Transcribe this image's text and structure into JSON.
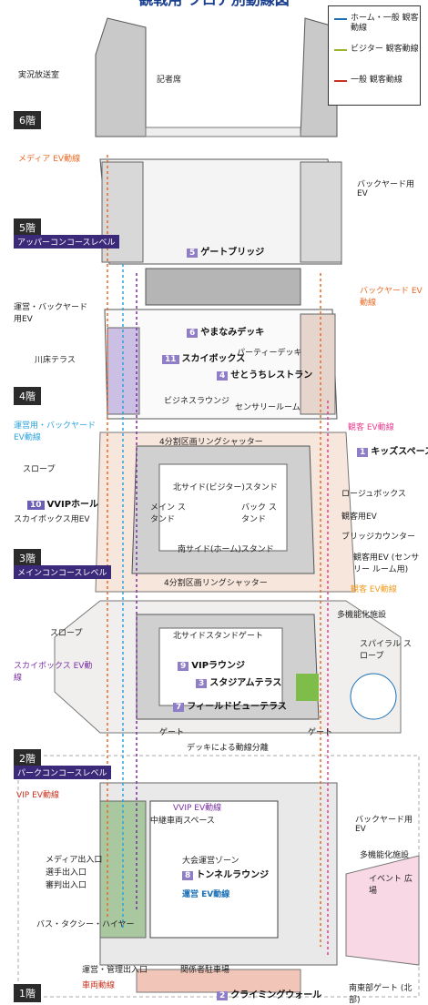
{
  "title": "観戦用 フロア別動線図",
  "legend": [
    {
      "label": "ホーム・一般 観客動線",
      "color": "#1a6fb5"
    },
    {
      "label": "ビジター 観客動線",
      "color": "#9bb52a"
    },
    {
      "label": "一般 観客動線",
      "color": "#c8321e"
    }
  ],
  "floors": {
    "f6": {
      "label": "6階"
    },
    "f5": {
      "label": "5階",
      "sub": "アッパーコンコースレベル"
    },
    "f4": {
      "label": "4階"
    },
    "f3": {
      "label": "3階",
      "sub": "メインコンコースレベル"
    },
    "f2": {
      "label": "2階",
      "sub": "パークコンコースレベル"
    },
    "f1": {
      "label": "1階"
    }
  },
  "labels": {
    "jikkyo": "実況放送室",
    "kisha": "記者席",
    "media_ev": "メディア EV動線",
    "backyard_ev_5": "バックヤード用 EV",
    "gate_bridge_num": "5",
    "gate_bridge": "ゲートブリッジ",
    "backyard_ev_route": "バックヤード EV動線",
    "unei_ev": "運営・バックヤード 用EV",
    "yamanami_num": "6",
    "yamanami": "やまなみデッキ",
    "party": "パーティーデッキ",
    "kawadoko": "川床テラス",
    "skybox_num": "11",
    "skybox": "スカイボックス",
    "setouchi_num": "4",
    "setouchi": "せとうちレストラン",
    "business": "ビジネスラウンジ",
    "sensory": "センサリールーム",
    "unei_route": "運営用・バックヤード EV動線",
    "kankyaku_ev_pink": "観客 EV動線",
    "ring_shutter_top": "4分割区画リングシャッター",
    "kids_num": "1",
    "kids": "キッズスペース",
    "slope3": "スロープ",
    "north_visitor": "北サイド(ビジター)スタンド",
    "loge": "ロージュボックス",
    "vvip_num": "10",
    "vvip": "VVIPホール",
    "main_stand": "メイン スタンド",
    "back_stand": "バック スタンド",
    "kankyaku_ev": "観客用EV",
    "skybox_ev": "スカイボックス用EV",
    "bridge_counter": "ブリッジカウンター",
    "south_home": "南サイド(ホーム)スタンド",
    "kankyaku_ev_sensory": "観客用EV (センサリー ルーム用)",
    "ring_shutter_bottom": "4分割区画リングシャッター",
    "kankyaku_ev_orange": "観客 EV動線",
    "slope2": "スロープ",
    "tanouka": "多機能化施設",
    "north_gate": "北サイドスタンドゲート",
    "spiral": "スパイラル スロープ",
    "skybox_ev_route": "スカイボックス EV動線",
    "vip_num": "9",
    "vip_lounge": "VIPラウンジ",
    "stadium_terrace_num": "3",
    "stadium_terrace": "スタジアムテラス",
    "field_view_num": "7",
    "field_view": "フィールドビューテラス",
    "gate_l": "ゲート",
    "gate_r": "ゲート",
    "deck_sep": "デッキによる動線分離",
    "vip_ev": "VIP EV動線",
    "vvip_ev": "VVIP EV動線",
    "chukei": "中継車両スペース",
    "backyard_ev_1": "バックヤード用 EV",
    "media_entrance": "メディア出入口",
    "player_entrance": "選手出入口",
    "ref_entrance": "審判出入口",
    "taikai": "大会運営ゾーン",
    "tunnel_num": "8",
    "tunnel": "トンネルラウンジ",
    "tanouka1": "多機能化施設",
    "event": "イベント 広場",
    "unei_ev_route": "運営 EV動線",
    "bus": "バス・タクシー・ハイヤー",
    "unei_kanri": "運営・管理出入口",
    "kankeisha": "関係者駐車場",
    "sharyo": "車両動線",
    "climbing_num": "2",
    "climbing": "クライミングウォール",
    "minami_gate": "南東部ゲート (北部)"
  }
}
